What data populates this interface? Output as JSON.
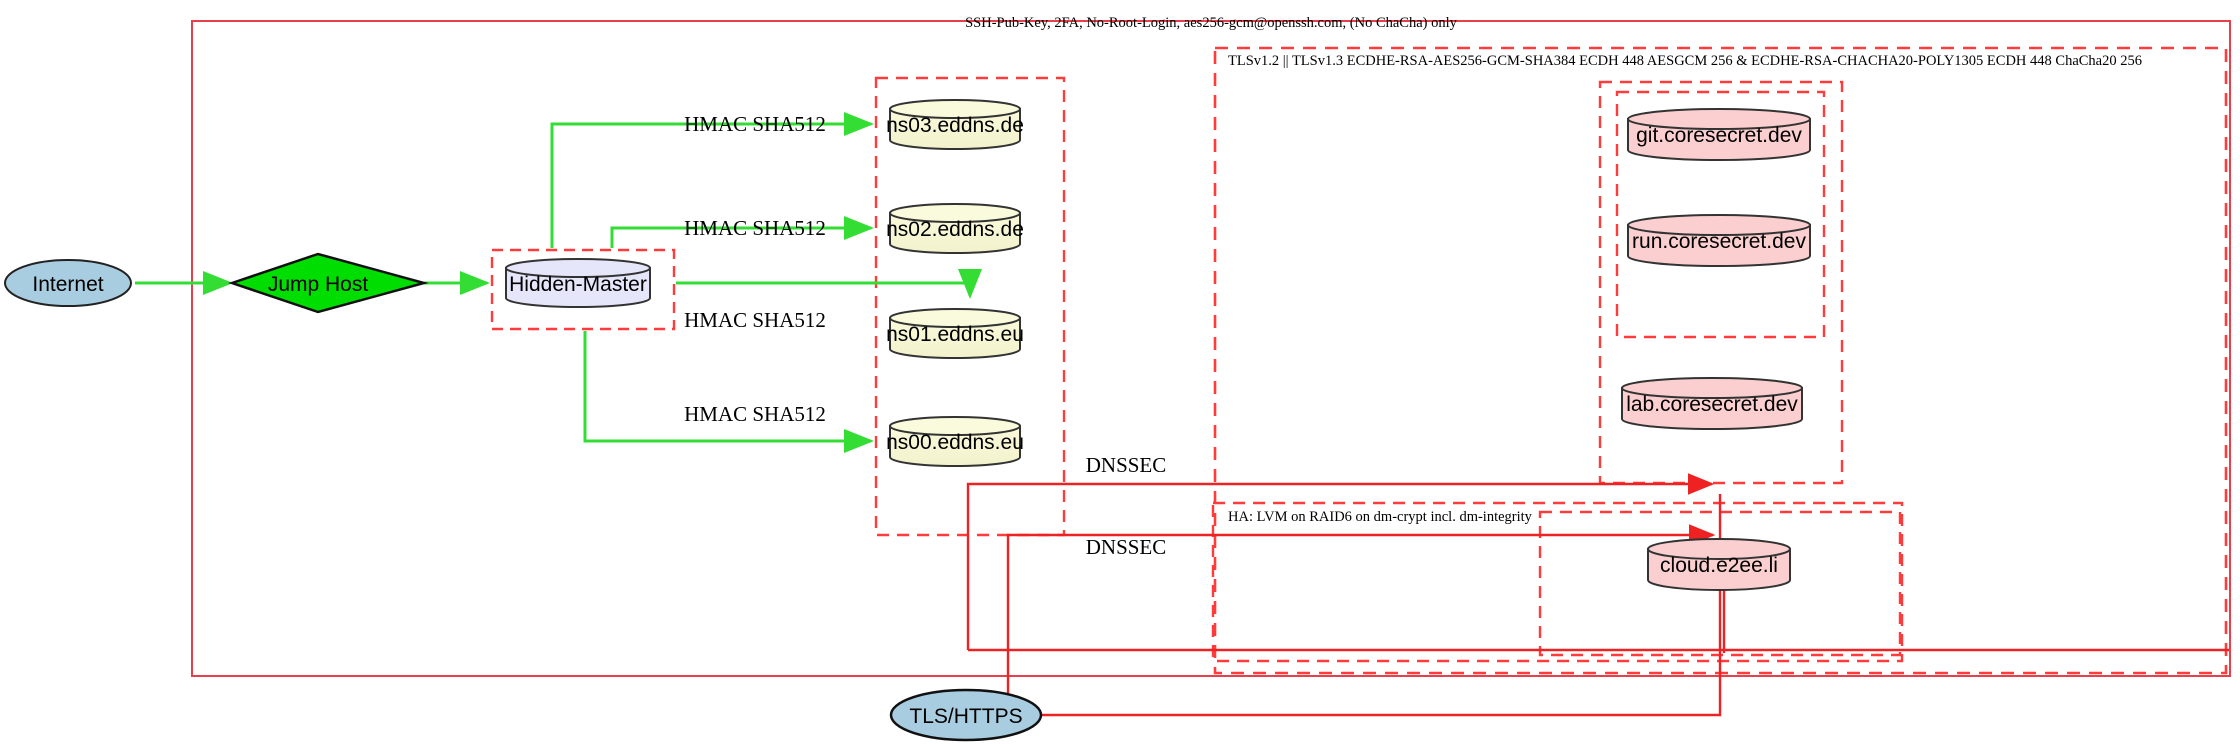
{
  "diagram": {
    "title_note": "SSH-Pub-Key, 2FA, No-Root-Login, aes256-gcm@openssh.com, (No ChaCha) only",
    "tls_note": "TLSv1.2 || TLSv1.3 ECDHE-RSA-AES256-GCM-SHA384 ECDH 448 AESGCM 256 & ECDHE-RSA-CHACHA20-POLY1305 ECDH 448 ChaCha20 256",
    "ha_note": "HA: LVM on RAID6 on dm-crypt incl. dm-integrity"
  },
  "nodes": {
    "internet": "Internet",
    "jump_host": "Jump Host",
    "hidden_master": "Hidden-Master",
    "ns03": "ns03.eddns.de",
    "ns02": "ns02.eddns.de",
    "ns01": "ns01.eddns.eu",
    "ns00": "ns00.eddns.eu",
    "git": "git.coresecret.dev",
    "run": "run.coresecret.dev",
    "lab": "lab.coresecret.dev",
    "cloud": "cloud.e2ee.li",
    "tls_https": "TLS/HTTPS"
  },
  "edges": {
    "hmac_ns03": "HMAC SHA512",
    "hmac_ns02": "HMAC SHA512",
    "hmac_ns01": "HMAC SHA512",
    "hmac_ns00": "HMAC SHA512",
    "dnssec_upper": "DNSSEC",
    "dnssec_lower": "DNSSEC"
  },
  "colors": {
    "boundary_red": "#e8404a",
    "dashed_red": "#ff3b3b",
    "edge_green": "#33dd33",
    "edge_red": "#ee2222",
    "node_blue": "#a9cde0",
    "node_green": "#00dd00",
    "node_lavender": "#e6e6fa",
    "node_yellow": "#f5f5dc",
    "node_pink": "#fbcfcf",
    "stroke_dark": "#333333"
  }
}
